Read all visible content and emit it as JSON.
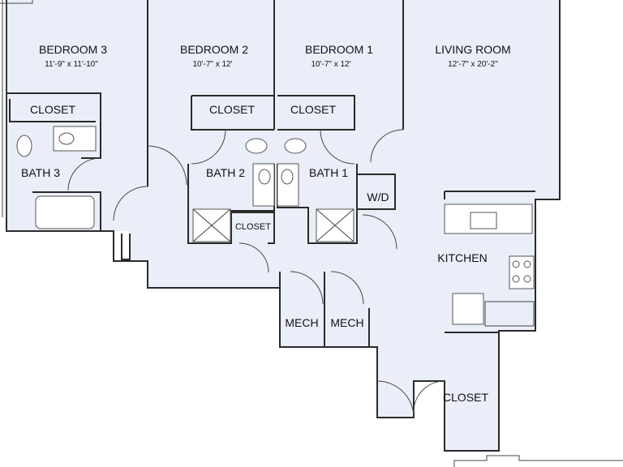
{
  "rooms": {
    "bedroom3": {
      "name": "BEDROOM 3",
      "dim": "11'-9\" x 11'-10\""
    },
    "bedroom2": {
      "name": "BEDROOM 2",
      "dim": "10'-7\" x 12'"
    },
    "bedroom1": {
      "name": "BEDROOM 1",
      "dim": "10'-7\" x 12'"
    },
    "living": {
      "name": "LIVING ROOM",
      "dim": "12'-7\" x 20'-2\""
    },
    "closet_b3": {
      "name": "CLOSET"
    },
    "closet_b2": {
      "name": "CLOSET"
    },
    "closet_b1": {
      "name": "CLOSET"
    },
    "bath3": {
      "name": "BATH 3"
    },
    "bath2": {
      "name": "BATH 2"
    },
    "bath1": {
      "name": "BATH 1"
    },
    "closet_hall": {
      "name": "CLOSET"
    },
    "wd": {
      "name": "W/D"
    },
    "kitchen": {
      "name": "KITCHEN"
    },
    "mech1": {
      "name": "MECH"
    },
    "mech2": {
      "name": "MECH"
    },
    "closet_entry": {
      "name": "CLOSET"
    }
  },
  "colors": {
    "floor": "#e9eef8",
    "wall": "#2a2a2a",
    "fixture": "#ffffff"
  }
}
